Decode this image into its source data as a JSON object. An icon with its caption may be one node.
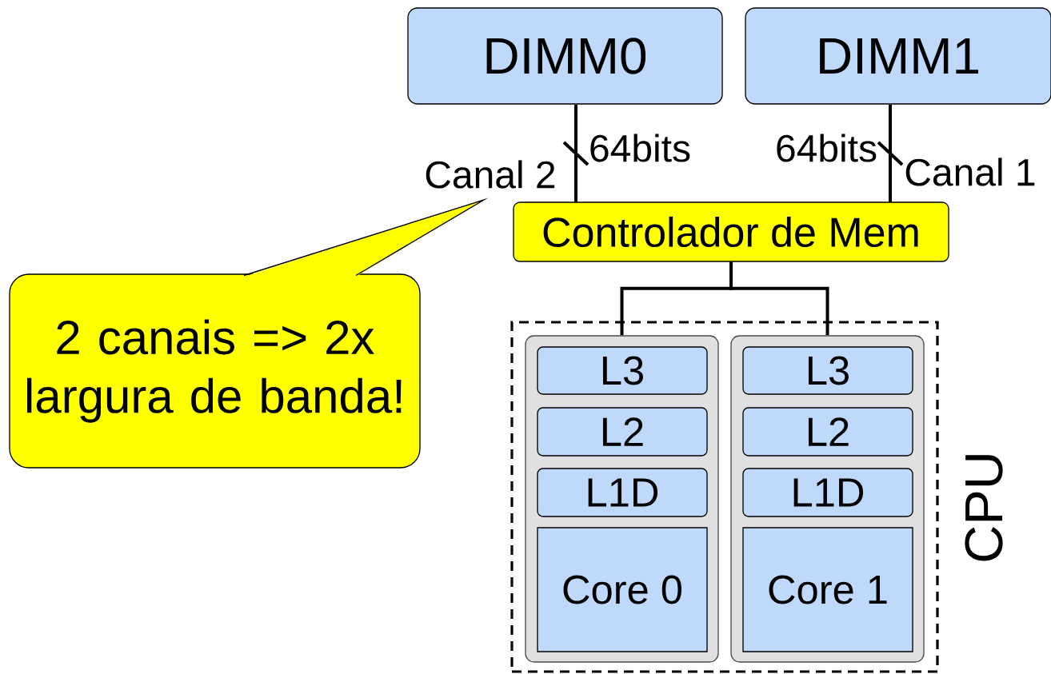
{
  "diagram": {
    "nodes": [
      {
        "text": [
          "DIMM0"
        ]
      },
      {
        "text": [
          "DIMM1"
        ]
      },
      {
        "text": [
          "Controlador de Mem"
        ]
      },
      {
        "text": [
          "CPU"
        ]
      },
      {
        "text": [],
        "shape": "box",
        "in": 3
      },
      {
        "text": [
          "L3"
        ],
        "in": 4
      },
      {
        "text": [
          "L2"
        ],
        "in": 4
      },
      {
        "text": [
          "L1D"
        ],
        "in": 4
      },
      {
        "text": [
          "Core 0"
        ],
        "in": 4
      },
      {
        "text": [],
        "shape": "box",
        "in": 3
      },
      {
        "text": [
          "L3"
        ],
        "in": 9
      },
      {
        "text": [
          "L2"
        ],
        "in": 9
      },
      {
        "text": [
          "L1D"
        ],
        "in": 9
      },
      {
        "text": [
          "Core 1"
        ],
        "in": 9
      },
      {
        "text": [
          "2 canais => 2x largura de banda!"
        ]
      }
    ],
    "edges": [
      {
        "from": 0,
        "to": 2,
        "arrow": "none",
        "label": "64bits"
      },
      {
        "from": 1,
        "to": 2,
        "arrow": "none",
        "label": "64bits"
      },
      {
        "from": 2,
        "to": 4,
        "arrow": "none"
      },
      {
        "from": 2,
        "to": 9,
        "arrow": "none"
      }
    ],
    "labels": [
      "Canal 2",
      "Canal 1"
    ]
  }
}
